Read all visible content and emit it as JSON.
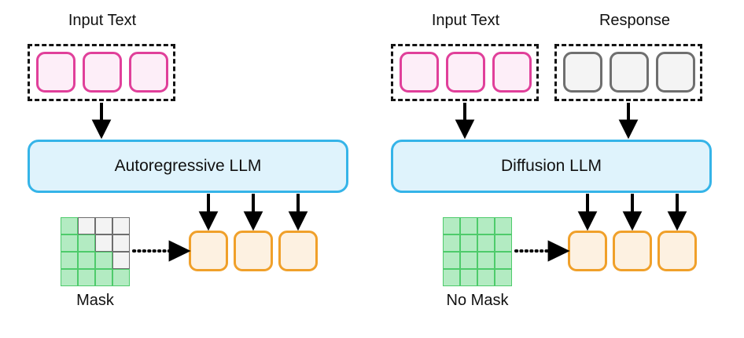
{
  "diagram": {
    "title_left": "Autoregressive LLM",
    "title_right": "Diffusion LLM",
    "labels": {
      "input_text": "Input Text",
      "response": "Response",
      "mask": "Mask",
      "no_mask": "No Mask"
    },
    "colors": {
      "pink_border": "#E0409A",
      "pink_fill": "#FDEEF8",
      "gray_border": "#6F6F6F",
      "gray_fill": "#F4F4F4",
      "orange_border": "#F0A02A",
      "orange_fill": "#FDF1E1",
      "blue_border": "#35B4E8",
      "blue_fill": "#DFF3FC",
      "green_cell": "#B3EBC2",
      "green_border": "#4ECB6B",
      "off_cell": "#F3F3F3",
      "off_border": "#6E6E6E",
      "arrow": "#000000",
      "dash_border": "#141414"
    },
    "panels": [
      {
        "id": "left",
        "model_name": "Autoregressive LLM",
        "input_group": {
          "label": "Input Text",
          "token_count": 3,
          "token_style": "pink"
        },
        "output_tokens": {
          "count": 3,
          "token_style": "orange"
        },
        "mask": {
          "caption": "Mask",
          "rows": 4,
          "cols": 4,
          "pattern": [
            [
              1,
              0,
              0,
              0
            ],
            [
              1,
              1,
              0,
              0
            ],
            [
              1,
              1,
              1,
              0
            ],
            [
              1,
              1,
              1,
              1
            ]
          ]
        }
      },
      {
        "id": "right",
        "model_name": "Diffusion LLM",
        "input_group": {
          "label": "Input Text",
          "token_count": 3,
          "token_style": "pink"
        },
        "response_group": {
          "label": "Response",
          "token_count": 3,
          "token_style": "gray"
        },
        "output_tokens": {
          "count": 3,
          "token_style": "orange"
        },
        "mask": {
          "caption": "No Mask",
          "rows": 4,
          "cols": 4,
          "pattern": [
            [
              1,
              1,
              1,
              1
            ],
            [
              1,
              1,
              1,
              1
            ],
            [
              1,
              1,
              1,
              1
            ],
            [
              1,
              1,
              1,
              1
            ]
          ]
        }
      }
    ]
  }
}
